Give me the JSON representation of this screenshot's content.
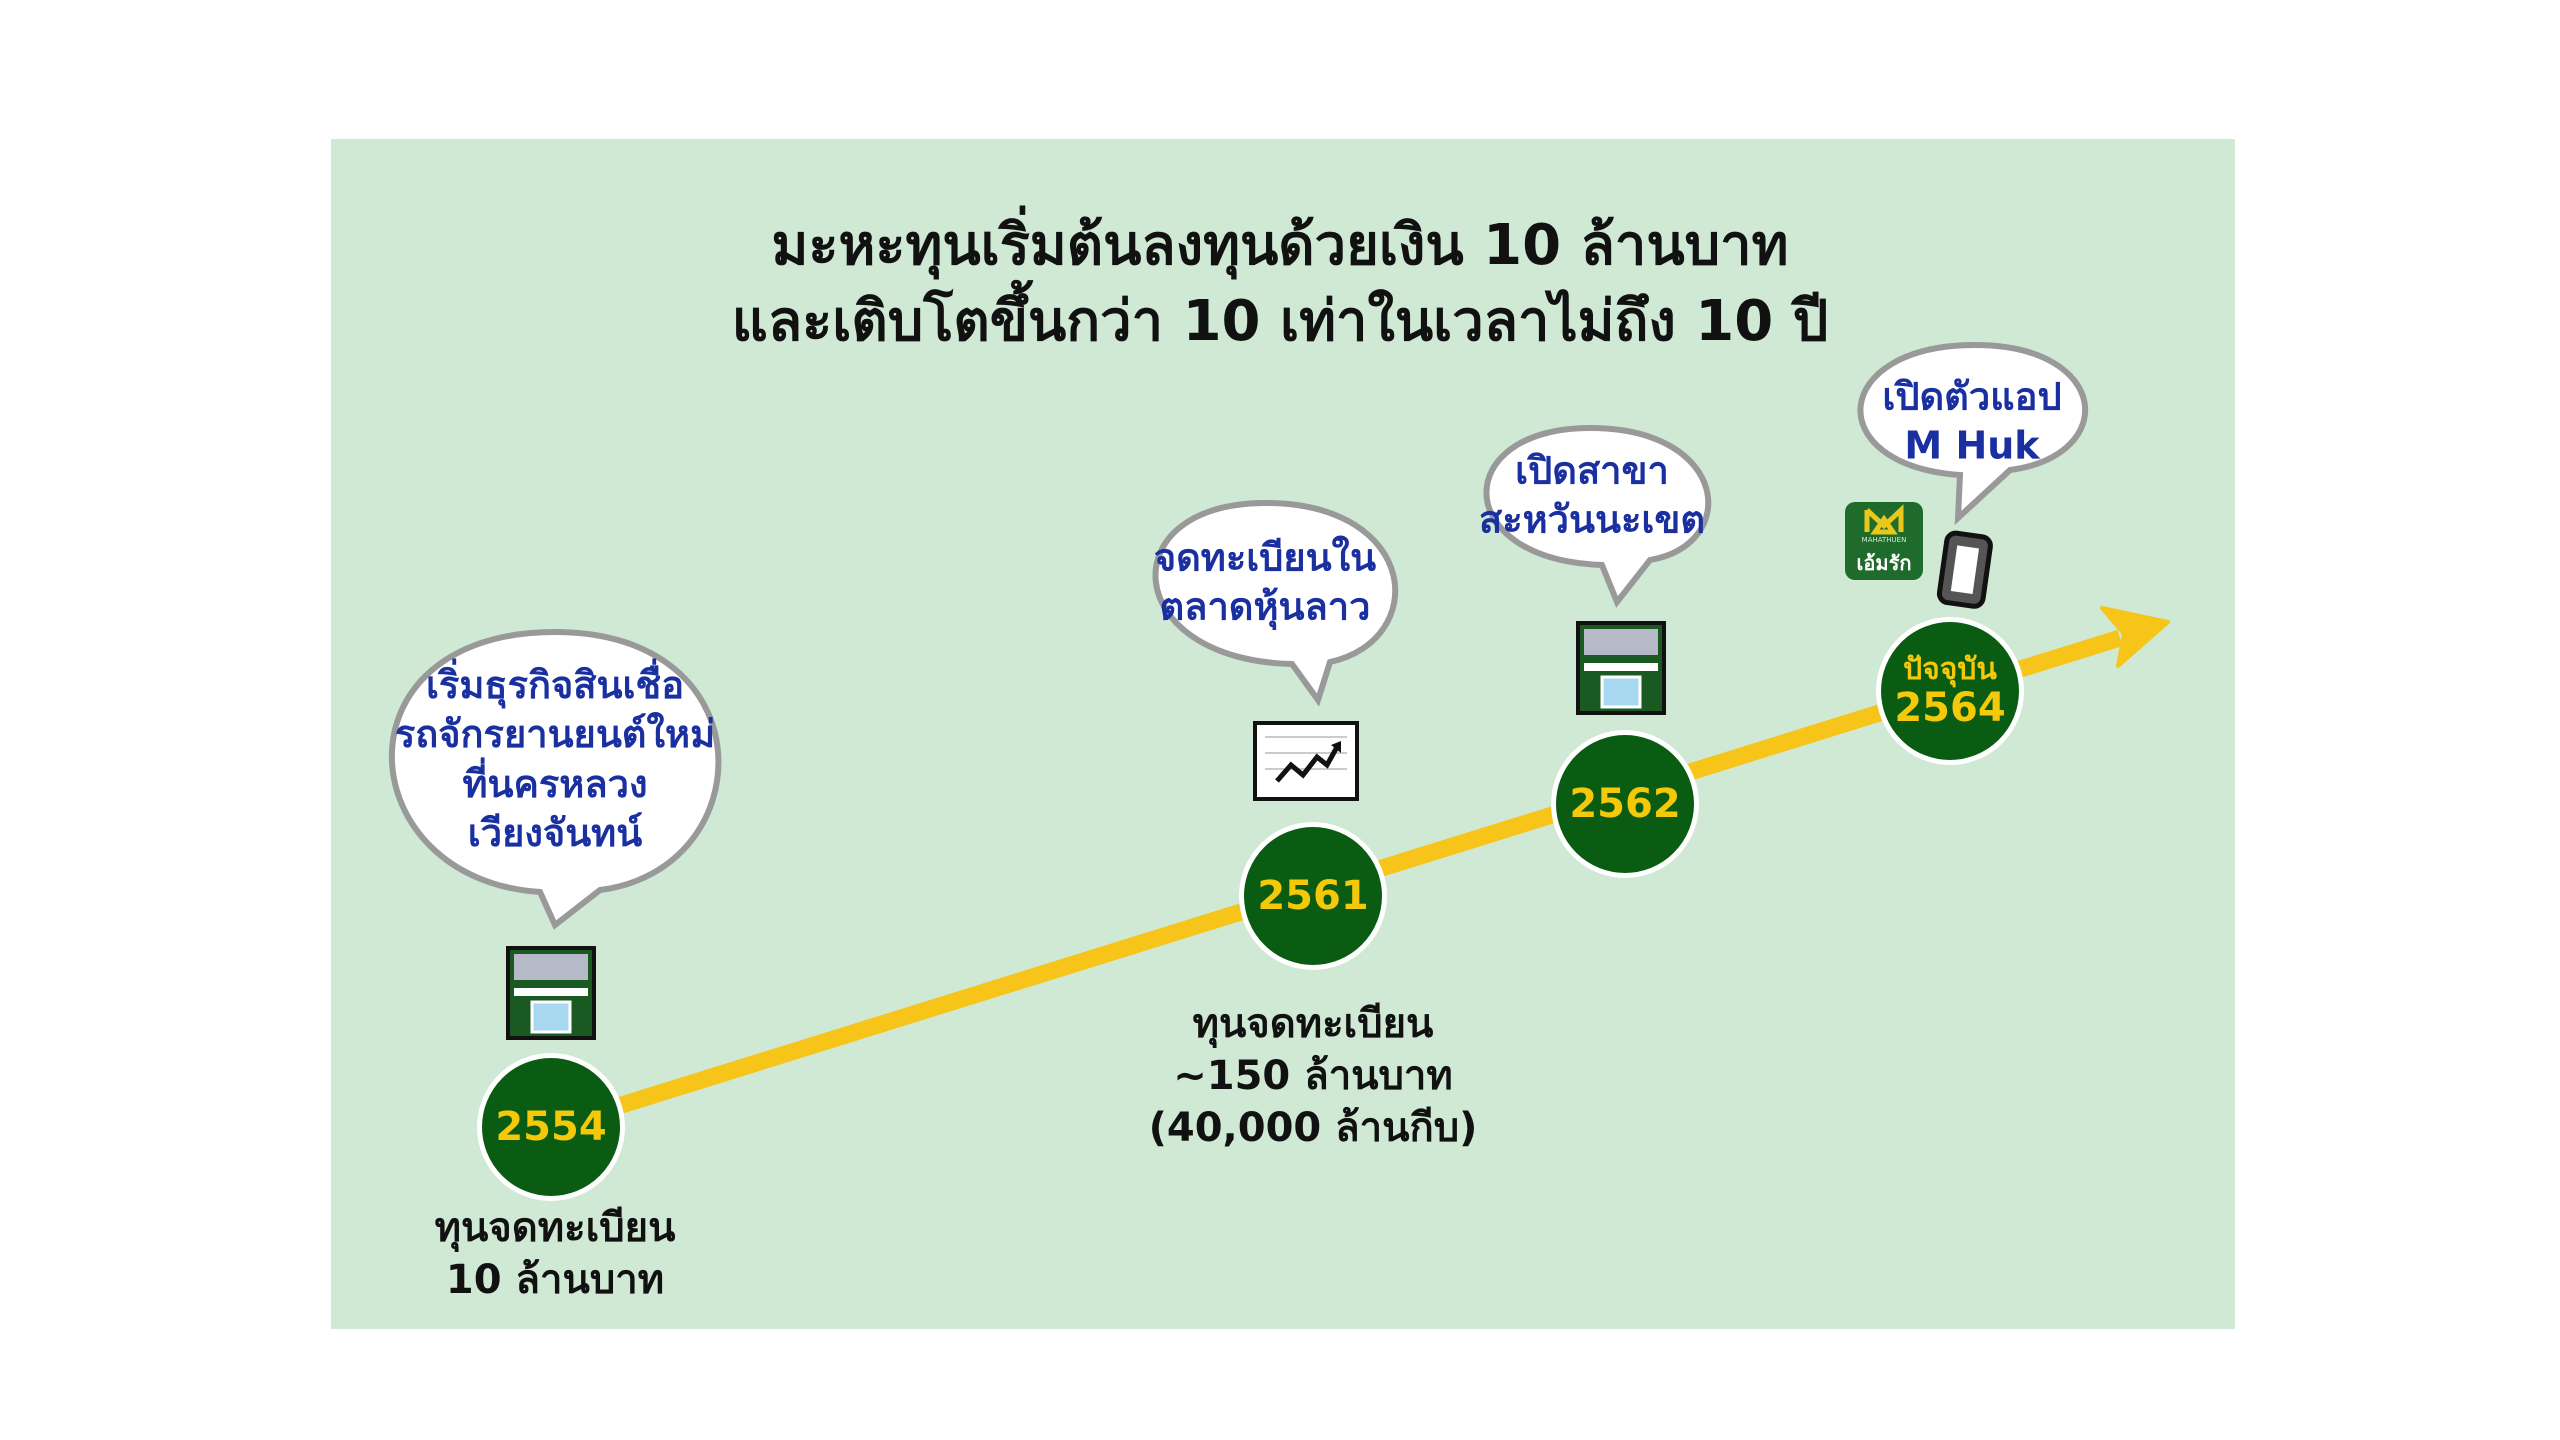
{
  "title": {
    "line1": "มะหะทุนเริ่มต้นลงทุนด้วยเงิน 10 ล้านบาท",
    "line2": "และเติบโตขึ้นกว่า 10 เท่าในเวลาไม่ถึง 10 ปี"
  },
  "milestones": [
    {
      "year": "2554",
      "bubble": [
        "เริ่มธุรกิจสินเชื่อ",
        "รถจักรยานยนต์ใหม่",
        "ที่นครหลวง",
        "เวียงจันทน์"
      ],
      "label": [
        "ทุนจดทะเบียน",
        "10 ล้านบาท"
      ],
      "icon": "store-icon"
    },
    {
      "year": "2561",
      "bubble": [
        "จดทะเบียนใน",
        "ตลาดหุ้นลาว"
      ],
      "label": [
        "ทุนจดทะเบียน",
        "~150 ล้านบาท",
        "(40,000 ล้านกีบ)"
      ],
      "icon": "stock-chart-icon"
    },
    {
      "year": "2562",
      "bubble": [
        "เปิดสาขา",
        "สะหวันนะเขต"
      ],
      "icon": "store-icon"
    },
    {
      "year": "2564",
      "year_caption": "ปัจจุบัน",
      "bubble": [
        "เปิดตัวแอป",
        "M Huk"
      ],
      "icon": "mobile-app-icon",
      "app_name": "เอ้มรัก",
      "app_brand": "MAHATHUEN"
    }
  ],
  "colors": {
    "background": "#cfe9d4",
    "circle": "#0b5c13",
    "year_text": "#f4c90a",
    "arrow": "#f7c51a",
    "bubble_text": "#1a2fa0"
  }
}
